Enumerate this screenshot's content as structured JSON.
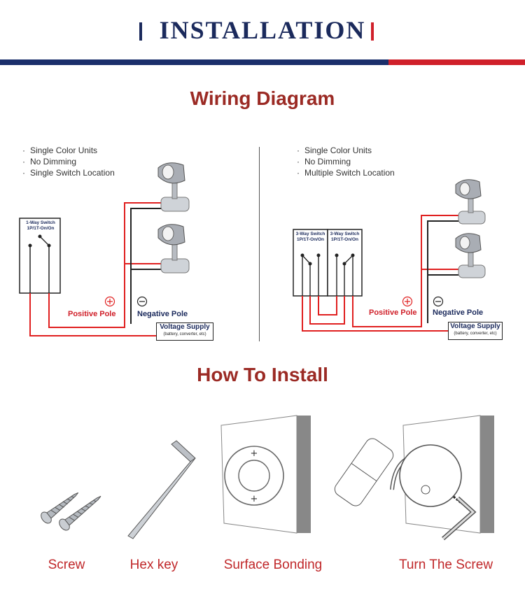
{
  "header": {
    "title": "INSTALLATION"
  },
  "wiring": {
    "title": "Wiring Diagram",
    "left": {
      "bullets": [
        "Single Color Units",
        "No Dimming",
        "Single Switch Location"
      ],
      "switch_label_1": "1-Way Switch",
      "switch_label_2": "1P/1T-On/On",
      "positive": "Positive Pole",
      "negative": "Negative Pole",
      "supply": "Voltage Supply",
      "supply_sub": "(battery, converter, etc)"
    },
    "right": {
      "bullets": [
        "Single Color Units",
        "No Dimming",
        "Multiple Switch Location"
      ],
      "switch_a_1": "3-Way Switch",
      "switch_a_2": "1P/1T-On/On",
      "switch_b_1": "3-Way Switch",
      "switch_b_2": "1P/1T-On/On",
      "positive": "Positive Pole",
      "negative": "Negative Pole",
      "supply": "Voltage Supply",
      "supply_sub": "(battery, converter, etc)"
    }
  },
  "install": {
    "title": "How To Install",
    "steps": [
      {
        "label": "Screw"
      },
      {
        "label": "Hex key"
      },
      {
        "label": "Surface Bonding"
      },
      {
        "label": "Turn The Screw"
      }
    ]
  },
  "colors": {
    "navy": "#1b2a5c",
    "red": "#d0202a",
    "title_red": "#9b2a24",
    "wire_red": "#e02020"
  }
}
